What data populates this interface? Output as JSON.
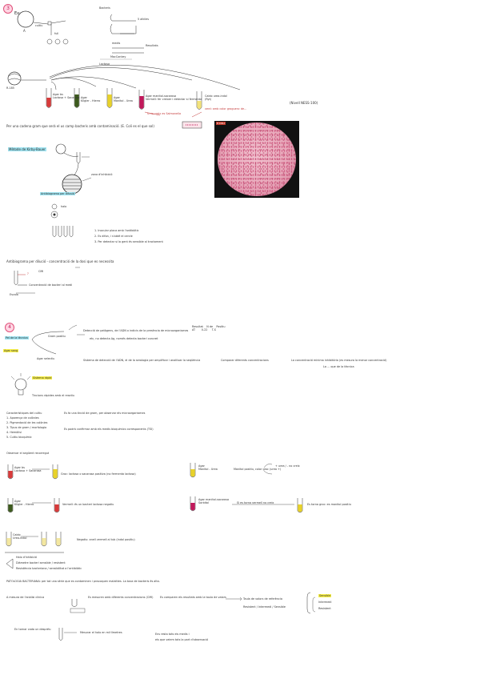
{
  "page": {
    "sections": [
      {
        "number": "3"
      },
      {
        "number": "4"
      }
    ]
  },
  "colors": {
    "badge_pink": "#e0507a",
    "highlight_blue": "#9fe3f0",
    "highlight_yellow": "#f7ef4a",
    "tube_green": "#3d5a1e",
    "tube_yellow": "#e8d22a",
    "tube_magenta": "#c2185b",
    "tube_red": "#d83b3b",
    "ink_red": "#c43a3a"
  },
  "s3": {
    "top_label": "Ex:",
    "sublabel": "A",
    "note_bacteria": "Bacteris",
    "wall_label": "5 alkiles",
    "note_culture": "cultiu",
    "note_sheet": "full",
    "note_rnd": "Resultats",
    "note_media": "medis",
    "note_mac": "MacConkey",
    "note_lact": "Lactosa",
    "tube_labels": [
      {
        "name": "Agar bs",
        "sub": "Lactosa + Sacarosa"
      },
      {
        "name": "Agar",
        "sub": "Kligler - Hierro"
      },
      {
        "name": "Agar",
        "sub": "Manitol - Urea"
      },
      {
        "name": "Agar manitol-sacarosa",
        "sub": "Vermell: fer creixer i detectar si fermenta"
      },
      {
        "name": "Caldo urea-indol",
        "sub": "(Ryt)"
      }
    ],
    "tube_notes": [
      "si no creix es Salmonella",
      "verd: amb color groguenc de..."
    ],
    "ref_note": "(Nivell NESS-100)",
    "main_line": "Per una cadena gram que serà el us camp bacteris amb contaminació. (E. Coli es el que sol)",
    "micro_tag": "E.COLI",
    "sec2_title": "Mètode de Kirby-Bauer",
    "antibiogram_note": "Antibiograma per difusió",
    "inhibition_note": "zona d'inhibició",
    "halo_note": "halo",
    "steps": [
      "1. Inocular placa amb l'antibiòtic",
      "2. Es difon, i s'obté el cercle",
      "3. Per detectar si la gent és sensible al tractament"
    ],
    "long_line": "Antibiograma per dilució - concentració de la dosi que es necessita",
    "arrow_note": "?",
    "dose_note": "CMI",
    "heading_bottom": "Concentració de bacteri al medi",
    "left_small": "Escala"
  },
  "s4": {
    "box1": "Pel de la tècnica",
    "note_gram": "Gram positiu",
    "line_a": "Detecció de patògens, de l'ADN o indicis de la presència de microorganismes",
    "table_headers": [
      "Resultat",
      "N de",
      "Positiu"
    ],
    "table_row": [
      "AT",
      "0-22",
      "T-S"
    ],
    "line_b": "etc, no detecta Ag, només detecta bacteri concret",
    "side_blue": "Agar sang",
    "side_label": "Agar selectiu",
    "line_c": "Sistema de detecció de l'ADN, el de la serologia per amplificar i analitzar la seqüència",
    "line_c2": "Comparar diferents concentracions",
    "line_c3": "La concentració mínima inhibitòria (es mesura la menor concentració)",
    "line_c4": "La ... que de la tècnica",
    "yellow_box": "Sistema ràpid",
    "bulb_note": "Tincions ràpides amb el reactiu",
    "list_title": "Característiques del cultiu",
    "list_items": [
      "1. Aparença de colònies",
      "2. Pigmentació de les colònies",
      "3. Tipus de gram / morfologia",
      "4. Hemòlisi",
      "5. Cultiu bioquímic"
    ],
    "list_side_1": "Es fa una tinció de gram, per observar els microorganismes",
    "list_side_2": "Es podrà confirmar amb els medis bioquímics corresponents (TSI)",
    "obs_title": "Observar el següent recorregut",
    "tube_rows": [
      {
        "name": "Agar bs",
        "sub": "Lactosa + Sacarosa",
        "res": "Groc: lactosa o sacarosa positiva (no fermenta lactosa)"
      },
      {
        "name": "Agar",
        "sub": "Kligler - Hierro",
        "res": "Vermell: és un bacteri lactosa negatiu"
      },
      {
        "name": "Caldo",
        "sub": "Urea-indol",
        "res": "Negatiu: anell vermell al tub (indol positiu)"
      }
    ],
    "right_rows": [
      {
        "name": "Agar",
        "sub": "Manitol - Urea",
        "res": "Manitol positiu, color groc (urea +)",
        "extra": "+ urea / - no creix"
      },
      {
        "name": "Agar manitol-sacarosa",
        "sub": "Sorbitol",
        "res": "Si es torna vermell no creix",
        "extra": "Es torna groc: es manitol positiu"
      }
    ],
    "arrow_list": [
      "Halo d'inhibició",
      "Diàmetre bacteri sensible / resistent",
      "Resistència bacteriana / sensibilitat a l'antibiòtic"
    ],
    "pathology_line": "PATOLOGIA BACTERIANA: per tot una sèrie que es contaminen i provoquen malalties. La taxa de bacteris és alta.",
    "method_row_left": "A mesura de l'anàlisi clínica",
    "method_row_mid": "Es mesuren amb diferents concentracions (CMI)",
    "method_row_mid2": "Es comparen els resultats amb la taula de valors",
    "method_row_right": "Taula de valors de referència",
    "method_row_right2": "Resistent / Intermedi / Sensible",
    "brace_items": [
      "Sensible",
      "Intermedi",
      "Resistent"
    ],
    "bottom_left": "En tornar cada un després:",
    "bottom_mid": "Mesurar el halo en mil·límetres",
    "bottom_right_1": "Ens resta tots els medis i",
    "bottom_right_2": "els que veiem tots la part d'observació"
  }
}
